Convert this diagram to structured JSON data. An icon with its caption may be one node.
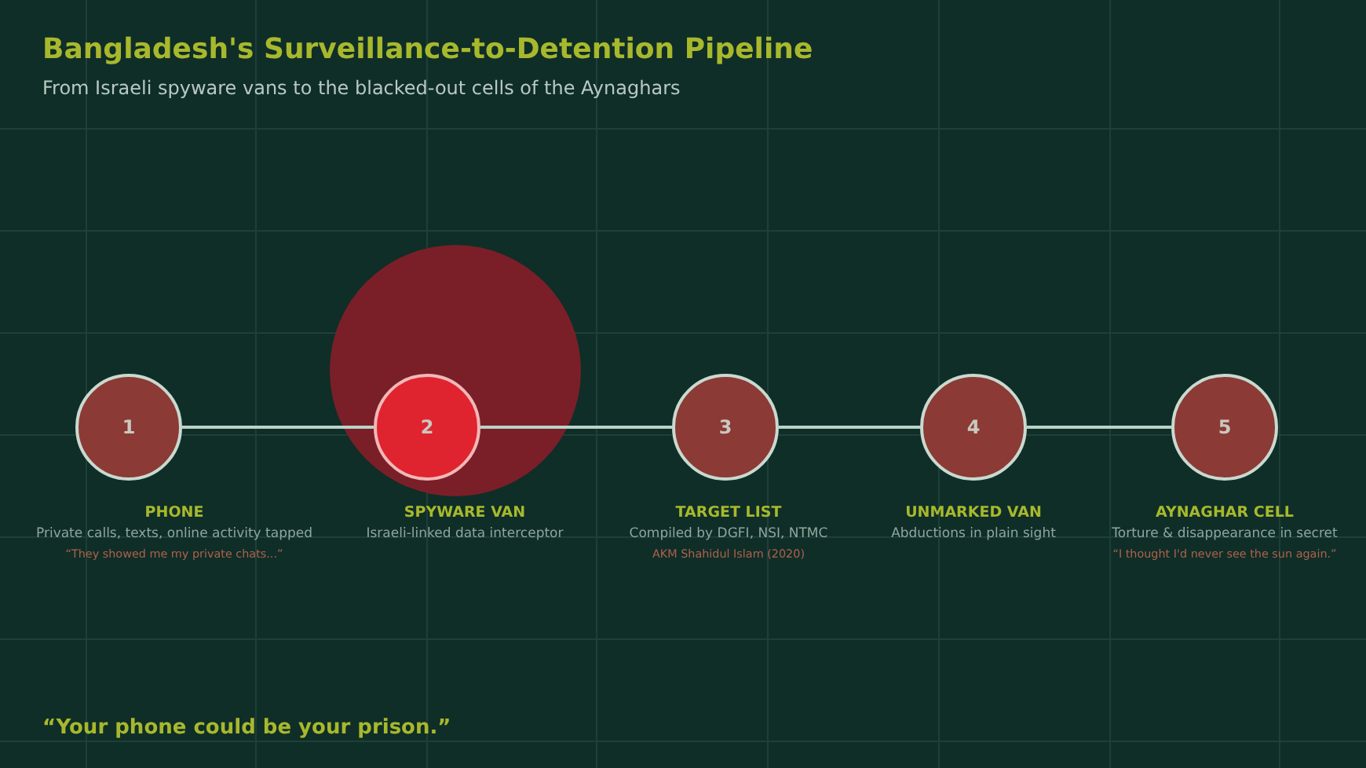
{
  "diagram": {
    "title": "Bangladesh's Surveillance-to-Detention Pipeline",
    "nodes": [
      {
        "text": [
          "1"
        ],
        "beside": [
          "PHONE",
          "Private calls, texts, online activity tapped",
          "“They showed me my private chats...”"
        ]
      },
      {
        "text": [
          "2"
        ],
        "beside": [
          "SPYWARE VAN",
          "Israeli-linked data interceptor"
        ]
      },
      {
        "text": [
          "3"
        ],
        "beside": [
          "TARGET LIST",
          "Compiled by DGFI, NSI, NTMC",
          "AKM Shahidul Islam (2020)"
        ]
      },
      {
        "text": [
          "4"
        ],
        "beside": [
          "UNMARKED VAN",
          "Abductions in plain sight"
        ]
      },
      {
        "text": [
          "5"
        ],
        "beside": [
          "AYNAGHAR CELL",
          "Torture & disappearance in secret",
          "“I thought I'd never see the sun again.”"
        ]
      }
    ],
    "edges": [
      {
        "from": 0,
        "to": 1,
        "arrow": "none"
      },
      {
        "from": 1,
        "to": 2,
        "arrow": "none"
      },
      {
        "from": 2,
        "to": 3,
        "arrow": "none"
      },
      {
        "from": 3,
        "to": 4,
        "arrow": "none"
      }
    ],
    "labels": [
      "From Israeli spyware vans to the blacked-out cells of the Aynaghars",
      "“Your phone could be your prison.”"
    ]
  }
}
